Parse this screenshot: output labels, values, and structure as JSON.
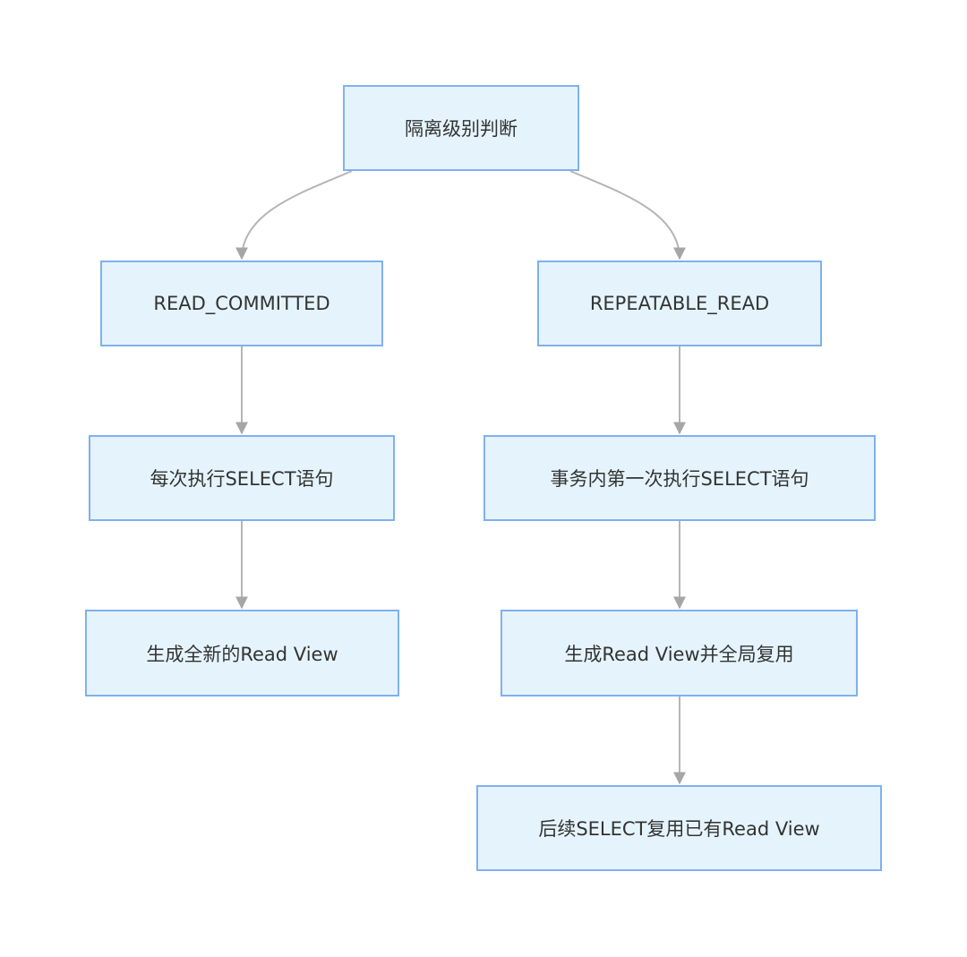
{
  "nodes": {
    "root": "隔离级别判断",
    "read_committed": "READ_COMMITTED",
    "repeatable_read": "REPEATABLE_READ",
    "rc_step1": "每次执行SELECT语句",
    "rc_step2": "生成全新的Read View",
    "rr_step1": "事务内第一次执行SELECT语句",
    "rr_step2": "生成Read View并全局复用",
    "rr_step3": "后续SELECT复用已有Read View"
  },
  "edges": [
    {
      "from": "root",
      "to": "read_committed"
    },
    {
      "from": "root",
      "to": "repeatable_read"
    },
    {
      "from": "read_committed",
      "to": "rc_step1"
    },
    {
      "from": "rc_step1",
      "to": "rc_step2"
    },
    {
      "from": "repeatable_read",
      "to": "rr_step1"
    },
    {
      "from": "rr_step1",
      "to": "rr_step2"
    },
    {
      "from": "rr_step2",
      "to": "rr_step3"
    }
  ],
  "colors": {
    "node_fill": "#e5f4fc",
    "node_border": "#7fb0f0",
    "edge": "#a6a6a6",
    "text": "#333333"
  }
}
